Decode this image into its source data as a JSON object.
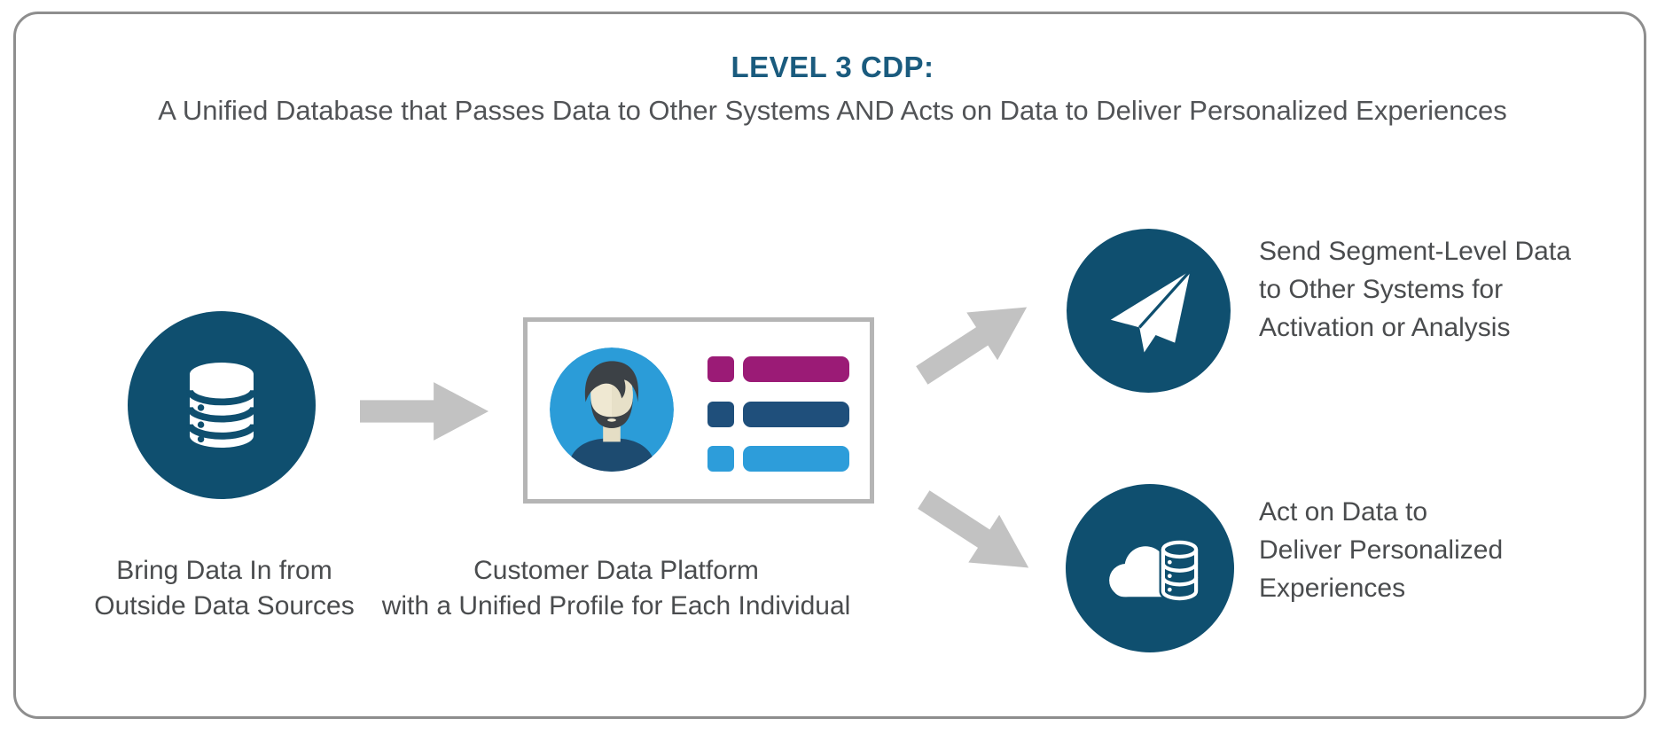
{
  "header": {
    "title": "LEVEL 3 CDP:",
    "subtitle": "A Unified Database that Passes Data to Other Systems AND Acts on Data to Deliver Personalized Experiences"
  },
  "source_node": {
    "icon": "database-icon",
    "label_lines": [
      "Bring Data In from",
      "Outside Data Sources"
    ]
  },
  "cdp_node": {
    "icon": "unified-profile-card",
    "label_lines": [
      "Customer Data Platform",
      "with a Unified Profile for Each Individual"
    ],
    "profile_rows": [
      {
        "name": "profile-row-magenta",
        "color": "#9B1B76"
      },
      {
        "name": "profile-row-navy",
        "color": "#1F4F7B"
      },
      {
        "name": "profile-row-light-blue",
        "color": "#2D9DDA"
      }
    ]
  },
  "send_node": {
    "icon": "paper-plane-icon",
    "label_lines": [
      "Send Segment-Level Data",
      "to Other Systems for",
      "Activation or Analysis"
    ]
  },
  "act_node": {
    "icon": "cloud-database-icon",
    "label_lines": [
      "Act on Data to",
      "Deliver Personalized",
      "Experiences"
    ]
  },
  "colors": {
    "title_blue": "#1A5B7E",
    "circle_blue": "#0F4F6F",
    "avatar_blue": "#2B9CD8",
    "arrow_gray": "#C2C2C2",
    "text_gray": "#4A4C4E",
    "card_border_gray": "#B5B5B5",
    "frame_border_gray": "#8E8E8E"
  }
}
